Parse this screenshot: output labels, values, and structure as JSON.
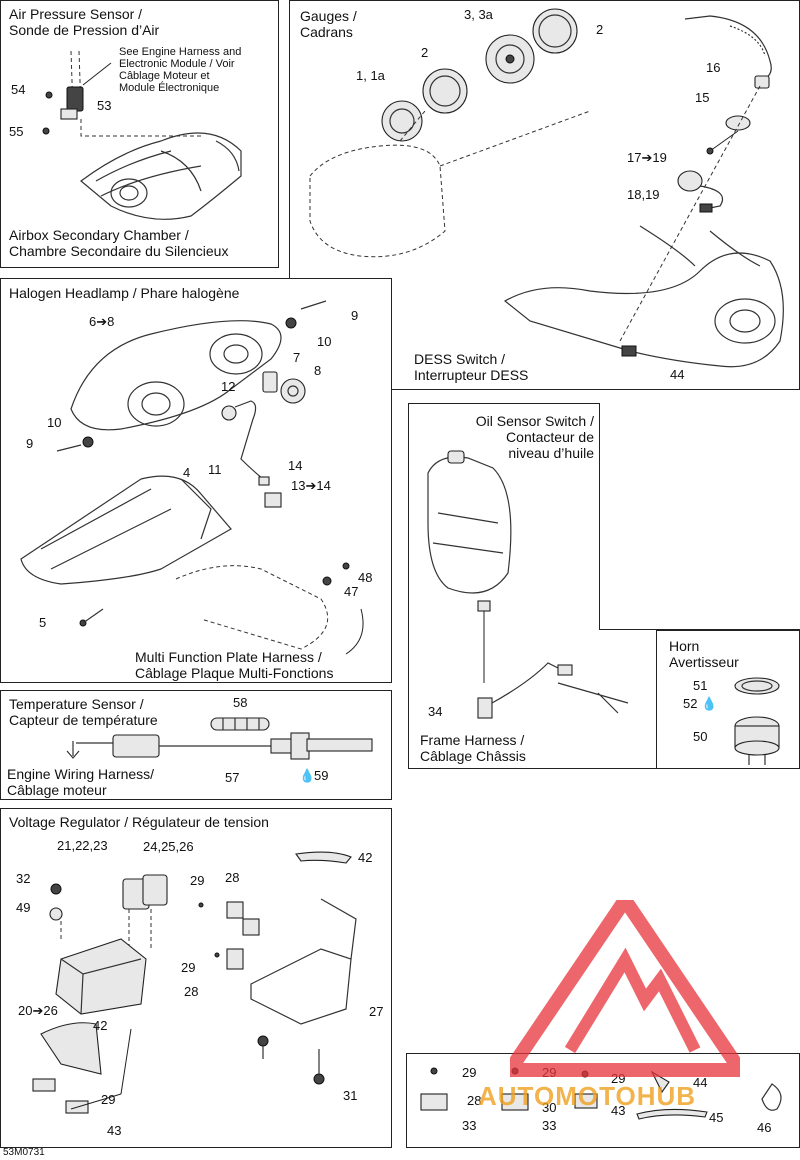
{
  "sections": {
    "air_pressure": {
      "title": "Air Pressure Sensor /\nSonde de Pression d’Air",
      "note": "See Engine Harness and\nElectronic Module / Voir\nCâblage Moteur et\nModule Électronique",
      "caption": "Airbox Secondary Chamber /\nChambre Secondaire du Silencieux",
      "labels": [
        "54",
        "53",
        "55"
      ]
    },
    "gauges": {
      "title": "Gauges /\nCadrans",
      "labels": [
        "3, 3a",
        "2",
        "2",
        "1, 1a",
        "16",
        "15",
        "17➔19",
        "18,19",
        "44"
      ],
      "dess_caption": "DESS Switch /\nInterrupteur DESS"
    },
    "headlamp": {
      "title": "Halogen Headlamp / Phare halogène",
      "labels": [
        "6➔8",
        "9",
        "10",
        "7",
        "8",
        "12",
        "10",
        "9",
        "11",
        "14",
        "13➔14",
        "4",
        "48",
        "47",
        "5"
      ],
      "caption": "Multi Function Plate Harness /\nCâblage Plaque Multi-Fonctions"
    },
    "oil_sensor": {
      "title": "Oil Sensor Switch /\nContacteur de\nniveau d’huile",
      "labels": [
        "34"
      ],
      "caption": "Frame Harness /\nCâblage Châssis"
    },
    "horn": {
      "title": "Horn\nAvertisseur",
      "labels": [
        "51",
        "52",
        "50"
      ]
    },
    "temperature": {
      "title": "Temperature Sensor /\nCapteur de température",
      "labels": [
        "58",
        "57",
        "59"
      ],
      "caption": "Engine Wiring Harness/\nCâblage moteur"
    },
    "voltage": {
      "title": "Voltage Regulator / Régulateur de tension",
      "labels": [
        "21,22,23",
        "24,25,26",
        "42",
        "32",
        "49",
        "29",
        "28",
        "29",
        "28",
        "20➔26",
        "42",
        "27",
        "29",
        "43",
        "31"
      ]
    },
    "hardware": {
      "labels": [
        "29",
        "29",
        "29",
        "44",
        "28",
        "30",
        "43",
        "45",
        "33",
        "33",
        "46"
      ]
    }
  },
  "figure_id": "53M0731",
  "watermark": "AUTOMOTOHUB",
  "colors": {
    "watermark": "#e8343a",
    "watermark_text": "#f0a020"
  }
}
